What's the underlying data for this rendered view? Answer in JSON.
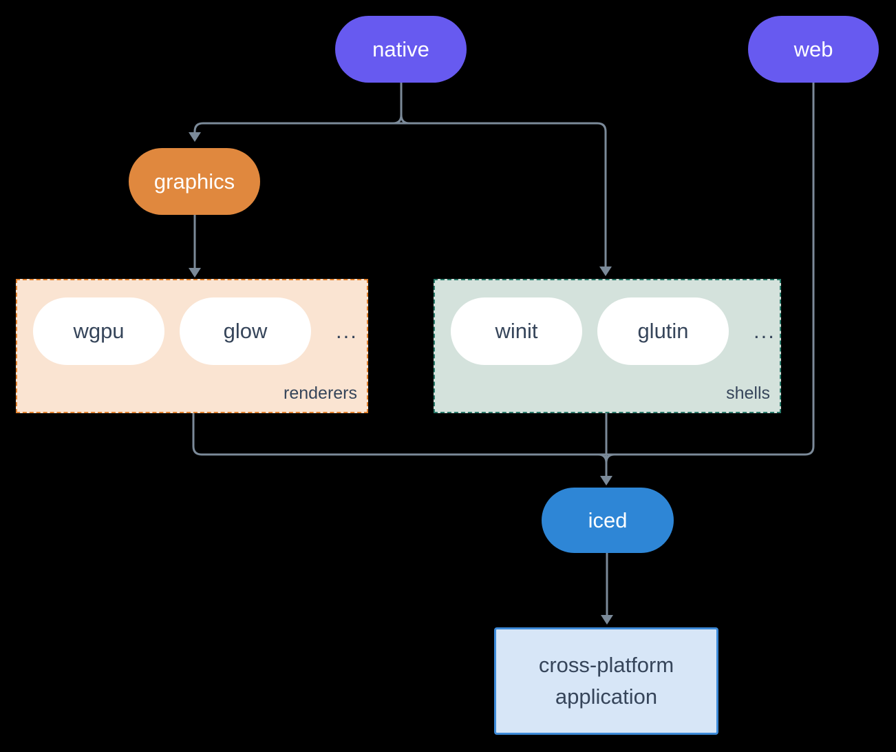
{
  "colors": {
    "background": "#000000",
    "connector": "#7b8a99",
    "purple_node": "#675af0",
    "orange_node": "#e0883e",
    "blue_node": "#2e86d6",
    "renderers_fill": "#fae4d2",
    "renderers_border": "#e2812e",
    "shells_fill": "#d4e2dc",
    "shells_border": "#2a7a6a",
    "app_fill": "#d7e6f7",
    "app_border": "#3d8ad8",
    "dark_text": "#36455a",
    "light_text": "#ffffff"
  },
  "nodes": {
    "native": {
      "label": "native"
    },
    "web": {
      "label": "web"
    },
    "graphics": {
      "label": "graphics"
    },
    "iced": {
      "label": "iced"
    },
    "application": {
      "line1": "cross-platform",
      "line2": "application"
    }
  },
  "groups": {
    "renderers": {
      "label": "renderers",
      "items": [
        "wgpu",
        "glow"
      ],
      "more": "..."
    },
    "shells": {
      "label": "shells",
      "items": [
        "winit",
        "glutin"
      ],
      "more": "..."
    }
  }
}
